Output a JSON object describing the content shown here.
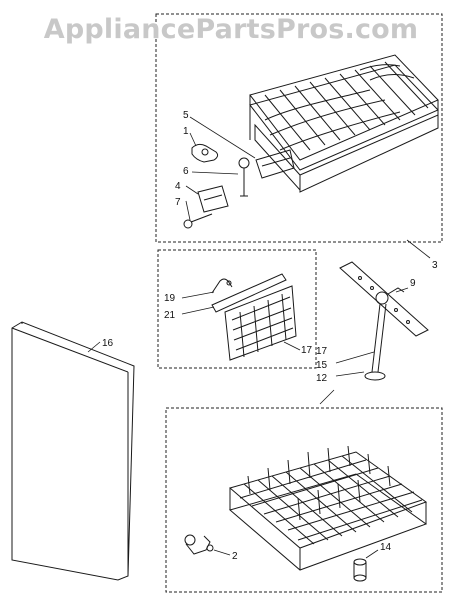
{
  "watermark": "AppliancePartsPros.com",
  "callouts": {
    "c1": "1",
    "c2": "2",
    "c3": "3",
    "c4": "4",
    "c5": "5",
    "c6": "6",
    "c7": "7",
    "c9": "9",
    "c12": "12",
    "c14": "14",
    "c15": "15",
    "c16": "16",
    "c17": "17",
    "c19": "19",
    "c21": "21"
  },
  "colors": {
    "ink": "#1a1a1a",
    "watermark": "#c8c8c8",
    "background": "#ffffff"
  }
}
